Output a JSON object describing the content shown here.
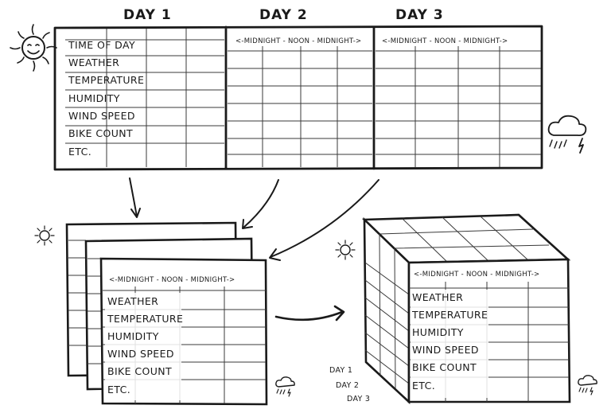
{
  "top": {
    "days": [
      "DAY 1",
      "DAY 2",
      "DAY 3"
    ],
    "row_labels": [
      "TIME OF DAY",
      "WEATHER",
      "TEMPERATURE",
      "HUMIDITY",
      "WIND SPEED",
      "BIKE COUNT",
      "ETC."
    ],
    "time_header": "<-MIDNIGHT - NOON - MIDNIGHT->"
  },
  "stack": {
    "time_header": "<-MIDNIGHT - NOON - MIDNIGHT->",
    "row_labels": [
      "WEATHER",
      "TEMPERATURE",
      "HUMIDITY",
      "WIND SPEED",
      "BIKE COUNT",
      "ETC."
    ]
  },
  "cube": {
    "time_header": "<-MIDNIGHT - NOON - MIDNIGHT->",
    "row_labels": [
      "WEATHER",
      "TEMPERATURE",
      "HUMIDITY",
      "WIND SPEED",
      "BIKE COUNT",
      "ETC."
    ],
    "depth_labels": [
      "DAY 1",
      "DAY 2",
      "DAY 3"
    ]
  },
  "icons": [
    "sun-icon",
    "rain-cloud-icon",
    "arrow-icon"
  ]
}
